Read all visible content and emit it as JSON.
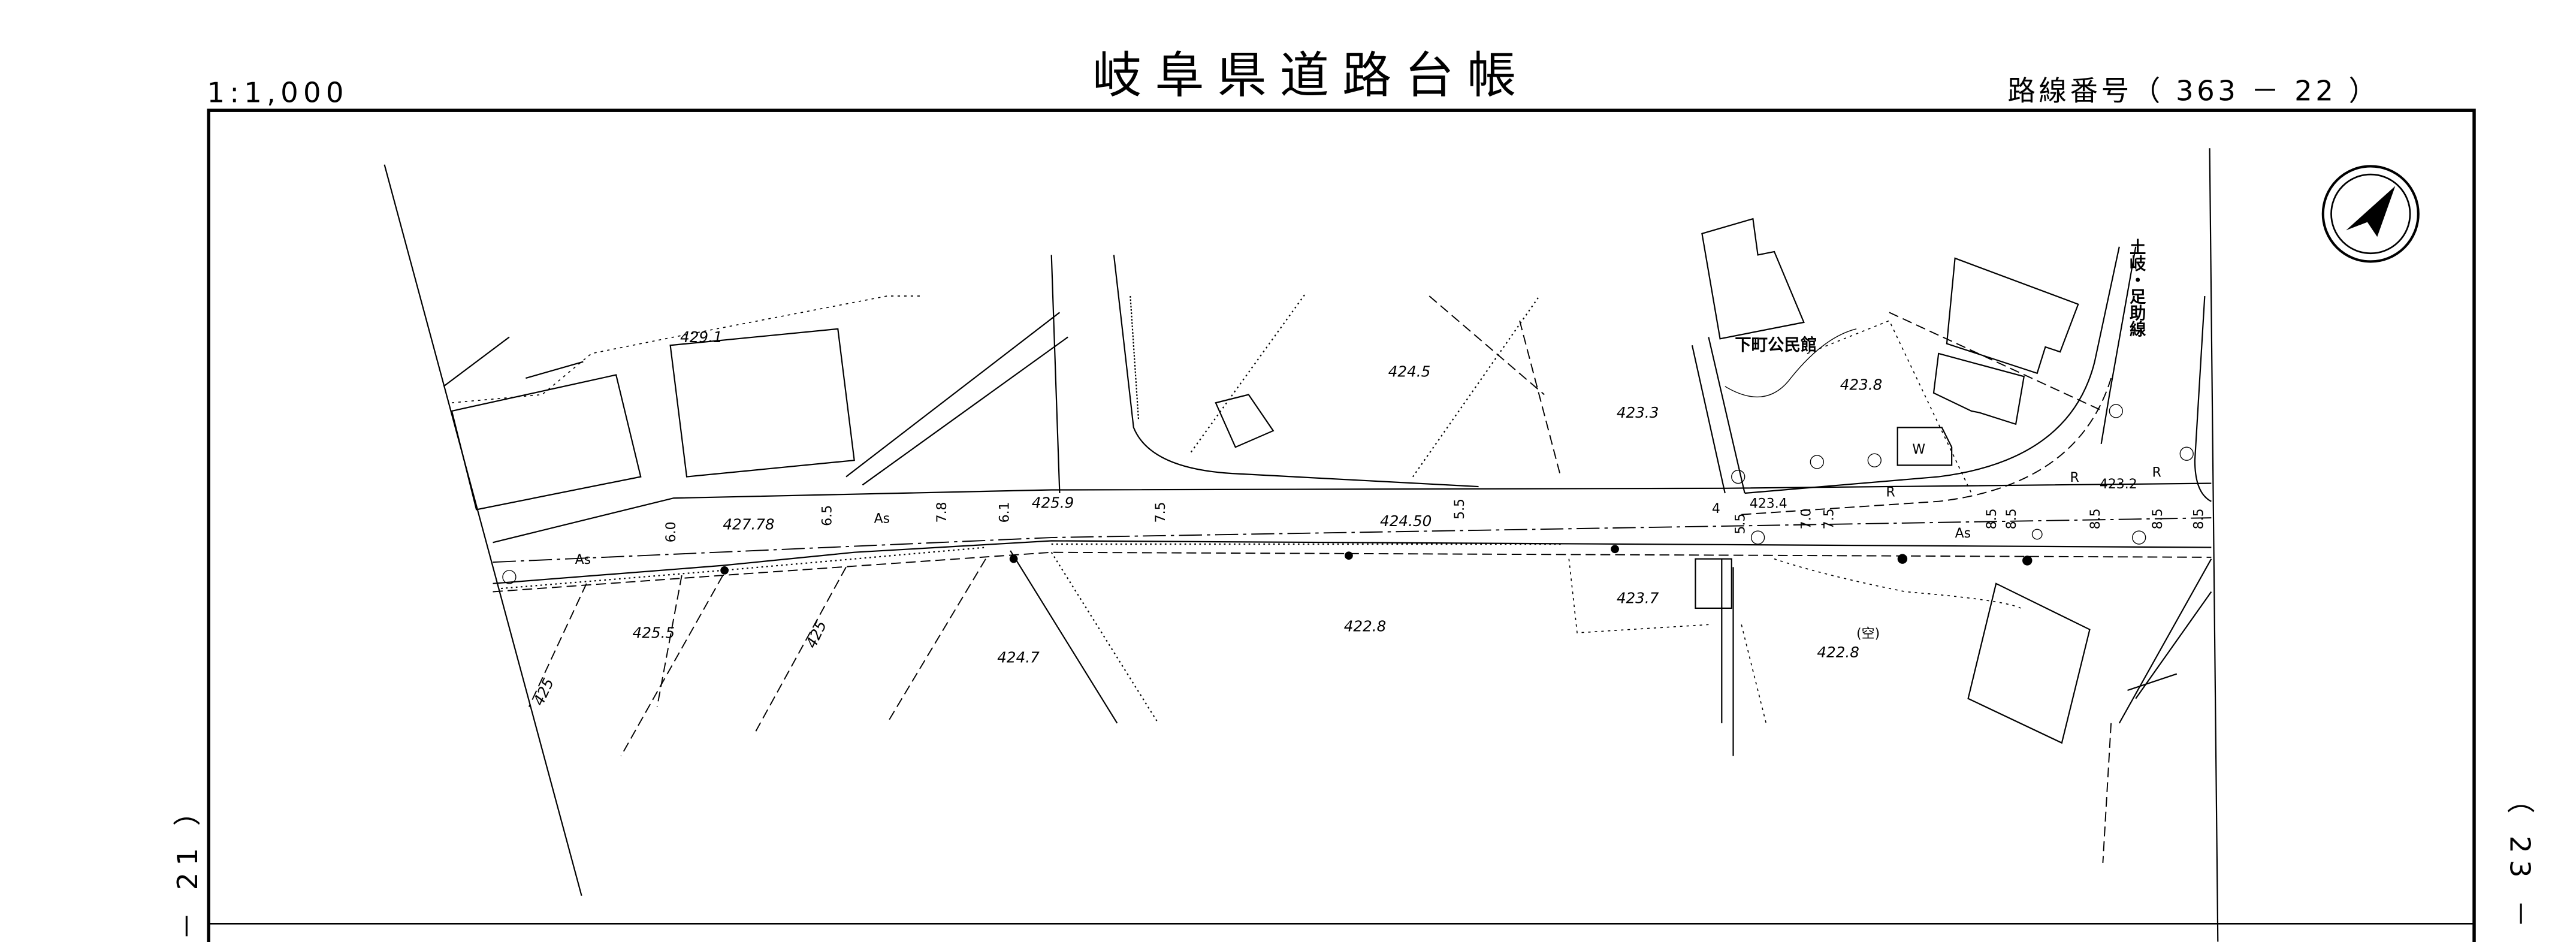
{
  "header": {
    "scale": "1:1,000",
    "title": "岐阜県道路台帳",
    "route_label": "路線番号（ 363 －  22 ）"
  },
  "sheet_links": {
    "left": "－ 21 ）",
    "right": "（ 23 －"
  },
  "map": {
    "building_names": [
      "下町公民館"
    ],
    "road_names": [
      "土岐・足助線"
    ],
    "vacant_label": "(空)",
    "surface_labels": [
      "As",
      "As",
      "As"
    ],
    "r_labels": [
      "R",
      "R",
      "R"
    ],
    "w_label": "W",
    "elevations": [
      "429.1",
      "424.5",
      "423.3",
      "423.8",
      "427.78",
      "425.9",
      "424.50",
      "423.4",
      "423.2",
      "425.5",
      "425",
      "425",
      "424.7",
      "422.8",
      "423.7",
      "422.8"
    ],
    "widths": [
      "6.0",
      "6.5",
      "7.8",
      "6.1",
      "7.5",
      "5.5",
      "5.5",
      "7.0",
      "7.5",
      "8.5",
      "8.5",
      "8.5",
      "8.5",
      "8.5",
      "4"
    ],
    "north_arrow": "north-arrow-icon"
  }
}
